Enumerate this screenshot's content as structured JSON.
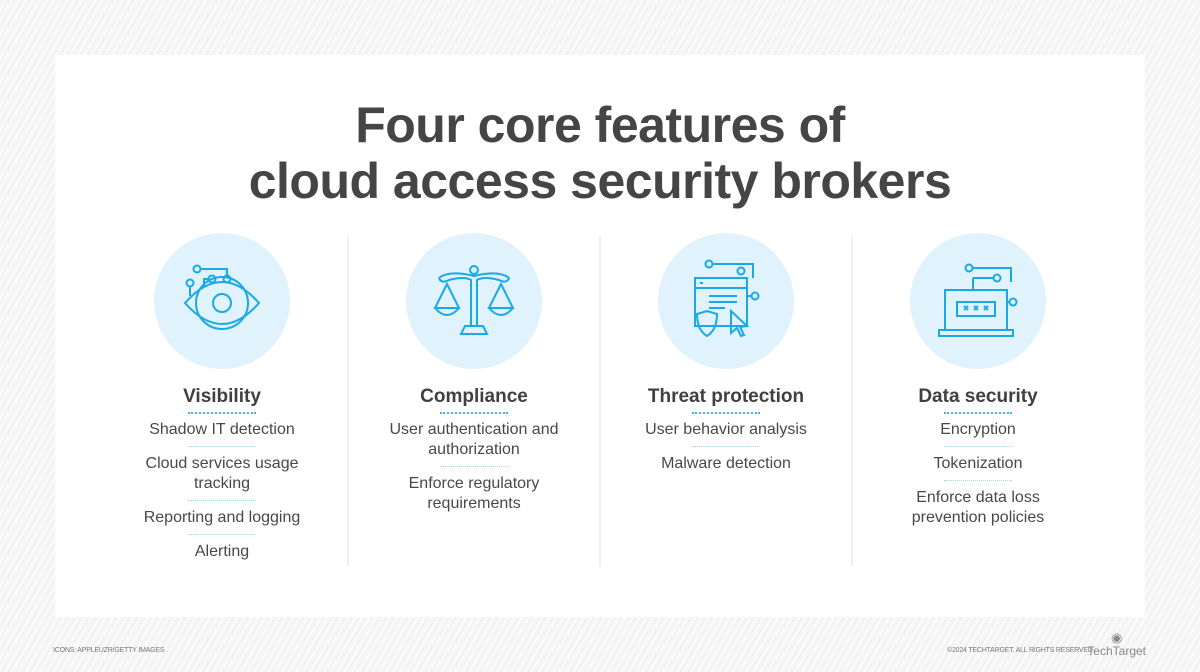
{
  "title_line1": "Four core features of",
  "title_line2": "cloud access security brokers",
  "columns": [
    {
      "heading": "Visibility",
      "icon": "eye-circuit-icon",
      "items": [
        "Shadow IT detection",
        "Cloud services usage tracking",
        "Reporting and logging",
        "Alerting"
      ]
    },
    {
      "heading": "Compliance",
      "icon": "scales-icon",
      "items": [
        "User authentication and authorization",
        "Enforce regulatory requirements"
      ]
    },
    {
      "heading": "Threat protection",
      "icon": "browser-shield-cursor-icon",
      "items": [
        "User behavior analysis",
        "Malware detection"
      ]
    },
    {
      "heading": "Data security",
      "icon": "laptop-password-icon",
      "items": [
        "Encryption",
        "Tokenization",
        "Enforce data loss prevention policies"
      ]
    }
  ],
  "footer": {
    "credit": "ICONS: APPLEUZR/GETTY IMAGES",
    "copyright": "©2024 TECHTARGET. ALL RIGHTS RESERVED",
    "logo": "TechTarget"
  },
  "colors": {
    "accent": "#1aa9e6",
    "circle": "#e0f2fc",
    "text": "#454545"
  }
}
